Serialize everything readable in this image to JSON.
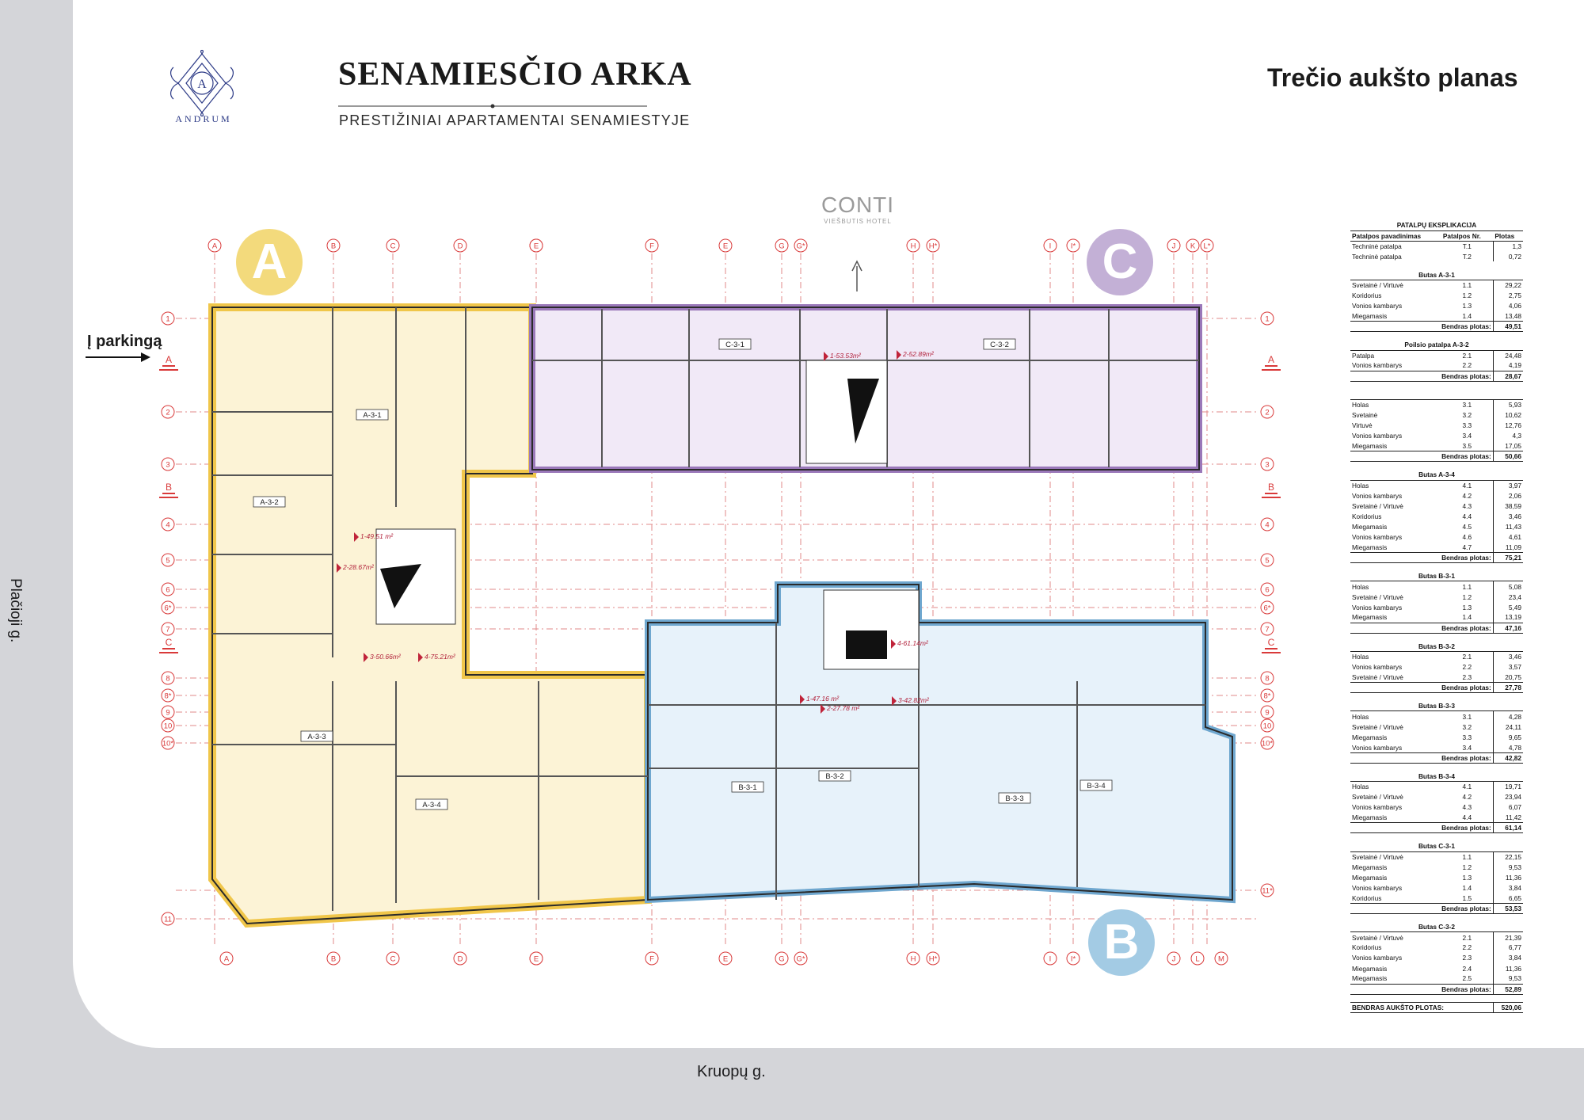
{
  "header": {
    "logo_text": "ANDRUM",
    "brand_title": "SENAMIESČIO ARKA",
    "brand_subtitle": "PRESTIŽINIAI APARTAMENTAI SENAMIESTYJE",
    "page_title": "Trečio aukšto planas"
  },
  "streets": {
    "left": "Plačioji g.",
    "bottom": "Kruopų g."
  },
  "plan": {
    "parking_label": "Į parkingą",
    "section_badges": [
      "A",
      "B",
      "C"
    ],
    "neighbor_logo": "CONTI",
    "neighbor_subtitle": "VIEŠBUTIS HOTEL",
    "column_axes_top": [
      "A",
      "B",
      "C",
      "D",
      "D",
      "E",
      "E",
      "F",
      "G",
      "G*",
      "H",
      "H*",
      "I",
      "I*",
      "J",
      "K",
      "L*"
    ],
    "column_axes_bottom": [
      "A",
      "B",
      "C",
      "D",
      "D",
      "E",
      "E",
      "F",
      "G",
      "G*",
      "H",
      "H*",
      "I",
      "I*",
      "J",
      "L",
      "M"
    ],
    "row_axes": [
      "1",
      "2",
      "3",
      "4",
      "5",
      "6",
      "6*",
      "7",
      "8",
      "8*",
      "9",
      "10",
      "10*",
      "11",
      "11*"
    ],
    "section_marks": [
      "A",
      "B",
      "C"
    ],
    "unit_labels": [
      "A-3-1",
      "A-3-2",
      "A-3-3",
      "A-3-4",
      "B-3-1",
      "B-3-2",
      "B-3-3",
      "B-3-4",
      "C-3-1",
      "C-3-2"
    ],
    "area_tags": [
      "1-49.51 m²",
      "2-28.67m²",
      "3-50.66m²",
      "4-75.21m²",
      "1-53.53m²",
      "2-52.89m²",
      "1-47.16 m²",
      "2-27.78 m²",
      "3-42.82m²",
      "4-61.14m²"
    ]
  },
  "table": {
    "title": "PATALPŲ EKSPLIKACIJA",
    "columns": [
      "Patalpos pavadinimas",
      "Patalpos Nr.",
      "Plotas"
    ],
    "technical_rows": [
      [
        "Techninė patalpa",
        "T.1",
        "1,3"
      ],
      [
        "Techninė patalpa",
        "T.2",
        "0,72"
      ]
    ],
    "groups": [
      {
        "title": "Butas  A-3-1",
        "rows": [
          [
            "Svetainė / Virtuvė",
            "1.1",
            "29,22"
          ],
          [
            "Koridorius",
            "1.2",
            "2,75"
          ],
          [
            "Vonios kambarys",
            "1.3",
            "4,06"
          ],
          [
            "Miegamasis",
            "1.4",
            "13,48"
          ]
        ],
        "total_label": "Bendras plotas:",
        "total": "49,51"
      },
      {
        "title": "Poilsio patalpa  A-3-2",
        "rows": [
          [
            "Patalpa",
            "2.1",
            "24,48"
          ],
          [
            "Vonios kambarys",
            "2.2",
            "4,19"
          ]
        ],
        "total_label": "Bendras plotas:",
        "total": "28,67"
      },
      {
        "title": "",
        "rows": [
          [
            "Holas",
            "3.1",
            "5,93"
          ],
          [
            "Svetainė",
            "3.2",
            "10,62"
          ],
          [
            "Virtuvė",
            "3.3",
            "12,76"
          ],
          [
            "Vonios kambarys",
            "3.4",
            "4,3"
          ],
          [
            "Miegamasis",
            "3.5",
            "17,05"
          ]
        ],
        "total_label": "Bendras plotas:",
        "total": "50,66"
      },
      {
        "title": "Butas  A-3-4",
        "rows": [
          [
            "Holas",
            "4.1",
            "3,97"
          ],
          [
            "Vonios kambarys",
            "4.2",
            "2,06"
          ],
          [
            "Svetainė / Virtuvė",
            "4.3",
            "38,59"
          ],
          [
            "Koridorius",
            "4.4",
            "3,46"
          ],
          [
            "Miegamasis",
            "4.5",
            "11,43"
          ],
          [
            "Vonios kambarys",
            "4.6",
            "4,61"
          ],
          [
            "Miegamasis",
            "4.7",
            "11,09"
          ]
        ],
        "total_label": "Bendras plotas:",
        "total": "75,21"
      },
      {
        "title": "Butas  B-3-1",
        "rows": [
          [
            "Holas",
            "1.1",
            "5,08"
          ],
          [
            "Svetainė / Virtuvė",
            "1.2",
            "23,4"
          ],
          [
            "Vonios kambarys",
            "1.3",
            "5,49"
          ],
          [
            "Miegamasis",
            "1.4",
            "13,19"
          ]
        ],
        "total_label": "Bendras plotas:",
        "total": "47,16"
      },
      {
        "title": "Butas  B-3-2",
        "rows": [
          [
            "Holas",
            "2.1",
            "3,46"
          ],
          [
            "Vonios kambarys",
            "2.2",
            "3,57"
          ],
          [
            "Svetainė / Virtuvė",
            "2.3",
            "20,75"
          ]
        ],
        "total_label": "Bendras plotas:",
        "total": "27,78"
      },
      {
        "title": "Butas  B-3-3",
        "rows": [
          [
            "Holas",
            "3.1",
            "4,28"
          ],
          [
            "Svetainė / Virtuvė",
            "3.2",
            "24,11"
          ],
          [
            "Miegamasis",
            "3.3",
            "9,65"
          ],
          [
            "Vonios kambarys",
            "3.4",
            "4,78"
          ]
        ],
        "total_label": "Bendras plotas:",
        "total": "42,82"
      },
      {
        "title": "Butas  B-3-4",
        "rows": [
          [
            "Holas",
            "4.1",
            "19,71"
          ],
          [
            "Svetainė / Virtuvė",
            "4.2",
            "23,94"
          ],
          [
            "Vonios kambarys",
            "4.3",
            "6,07"
          ],
          [
            "Miegamasis",
            "4.4",
            "11,42"
          ]
        ],
        "total_label": "Bendras plotas:",
        "total": "61,14"
      },
      {
        "title": "Butas  C-3-1",
        "rows": [
          [
            "Svetainė / Virtuvė",
            "1.1",
            "22,15"
          ],
          [
            "Miegamasis",
            "1.2",
            "9,53"
          ],
          [
            "Miegamasis",
            "1.3",
            "11,36"
          ],
          [
            "Vonios kambarys",
            "1.4",
            "3,84"
          ],
          [
            "Koridorius",
            "1.5",
            "6,65"
          ]
        ],
        "total_label": "Bendras plotas:",
        "total": "53,53"
      },
      {
        "title": "Butas  C-3-2",
        "rows": [
          [
            "Svetainė / Virtuvė",
            "2.1",
            "21,39"
          ],
          [
            "Koridorius",
            "2.2",
            "6,77"
          ],
          [
            "Vonios kambarys",
            "2.3",
            "3,84"
          ],
          [
            "Miegamasis",
            "2.4",
            "11,36"
          ],
          [
            "Miegamasis",
            "2.5",
            "9,53"
          ]
        ],
        "total_label": "Bendras plotas:",
        "total": "52,89"
      }
    ],
    "grand_total_label": "BENDRAS AUKŠTO PLOTAS:",
    "grand_total": "520,06"
  },
  "colors": {
    "section_a": "#f3da7c",
    "section_b": "#a3cbe4",
    "section_c": "#c3b0d6",
    "axis_red": "#d93a3a",
    "wall_dark": "#2a2a2a"
  }
}
